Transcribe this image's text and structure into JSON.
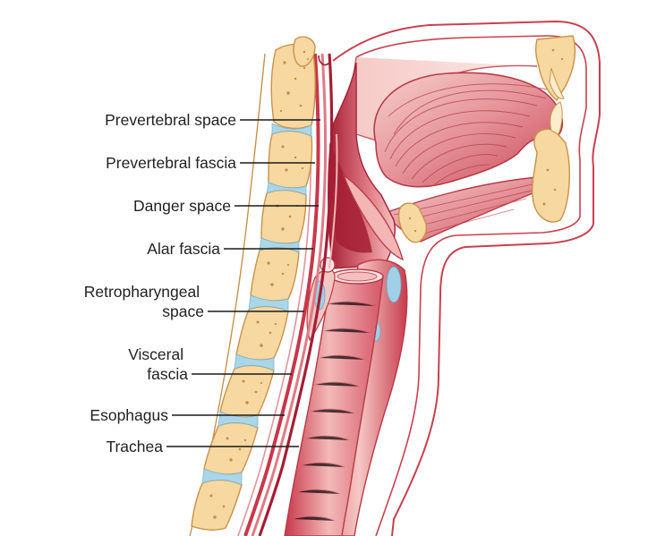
{
  "labels": [
    {
      "id": "prevertebral-space",
      "text": "Prevertebral space"
    },
    {
      "id": "prevertebral-fascia",
      "text": "Prevertebral fascia"
    },
    {
      "id": "danger-space",
      "text": "Danger space"
    },
    {
      "id": "alar-fascia",
      "text": "Alar fascia"
    },
    {
      "id": "retropharyngeal-space",
      "lines": [
        "Retropharyngeal",
        "space"
      ]
    },
    {
      "id": "visceral-fascia",
      "lines": [
        "Visceral",
        "fascia"
      ]
    },
    {
      "id": "esophagus",
      "text": "Esophagus"
    },
    {
      "id": "trachea",
      "text": "Trachea"
    }
  ],
  "colors": {
    "bone": "#f6d8a0",
    "bone_edge": "#c9924a",
    "bone_spots": "#c58b47",
    "disc": "#a9d6e8",
    "tissue_light": "#f4c6c2",
    "tissue_mid": "#e3868a",
    "tissue_dark": "#c8374a",
    "tissue_deep": "#a51e34",
    "cartilage": "#9fd0e6",
    "outline": "#b83a48",
    "leader": "#1a1a1a",
    "text": "#222222"
  }
}
